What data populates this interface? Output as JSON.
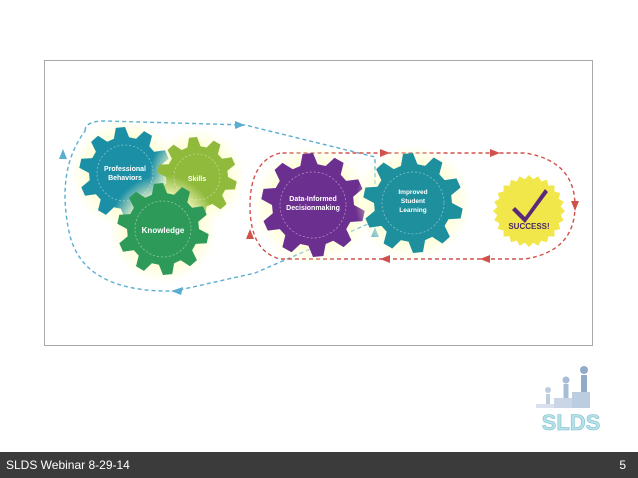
{
  "diagram": {
    "gears": {
      "professional_behaviors": {
        "label_line1": "Professional",
        "label_line2": "Behaviors",
        "color": "#1b8fa6"
      },
      "skills": {
        "label": "Skills",
        "color": "#8fba3c"
      },
      "knowledge": {
        "label": "Knowledge",
        "color": "#2e9a5a"
      },
      "data_informed": {
        "label_line1": "Data-Informed",
        "label_line2": "Decisionmaking",
        "color": "#6b2f8f"
      },
      "improved_learning": {
        "label_line1": "Improved",
        "label_line2": "Student",
        "label_line3": "Learning",
        "color": "#1e8f9c"
      }
    },
    "success_badge": {
      "label": "SUCCESS!",
      "color": "#f1e64a",
      "check_color": "#5a2a7a"
    },
    "arrow_colors": {
      "blue": "#5aaed0",
      "red": "#d0524a"
    }
  },
  "logo": {
    "text": "SLDS"
  },
  "footer": {
    "title": "SLDS Webinar 8-29-14",
    "slide_number": "5"
  }
}
